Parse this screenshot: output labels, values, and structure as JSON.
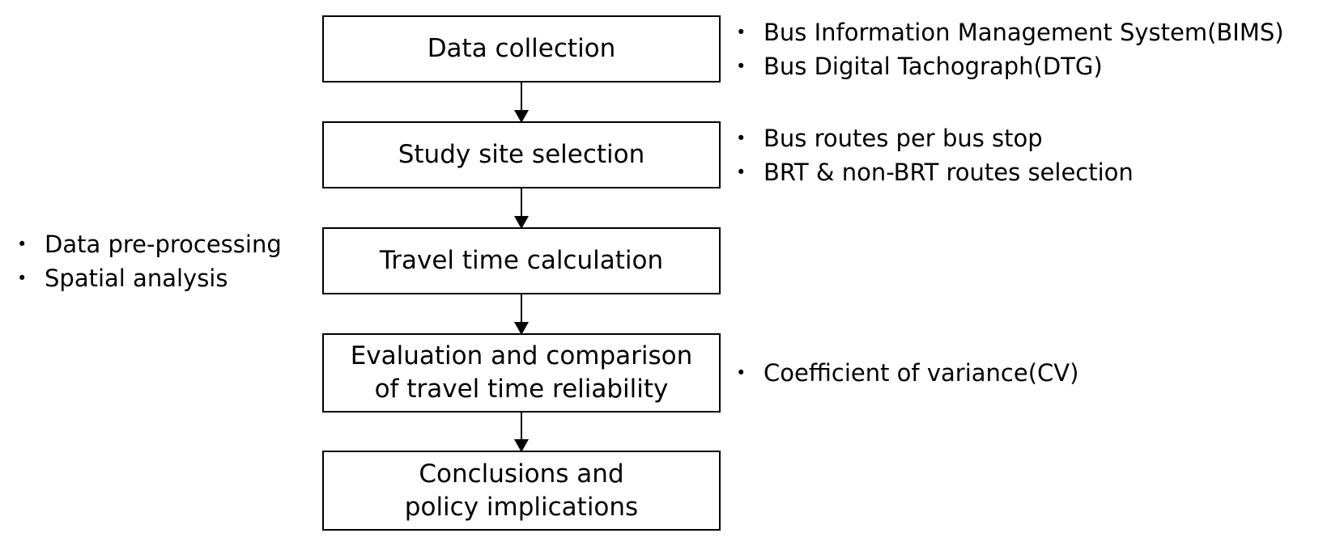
{
  "diagram": {
    "steps": [
      {
        "label": "Data collection"
      },
      {
        "label": "Study site selection"
      },
      {
        "label": "Travel time calculation"
      },
      {
        "label": "Evaluation and comparison\nof travel time reliability"
      },
      {
        "label": "Conclusions and\npolicy implications"
      }
    ],
    "notes": {
      "data_collection": [
        "Bus Information Management System(BIMS)",
        "Bus Digital Tachograph(DTG)"
      ],
      "study_site_selection": [
        "Bus routes per bus stop",
        "BRT & non-BRT routes selection"
      ],
      "travel_time_calculation": [
        "Data pre-processing",
        "Spatial analysis"
      ],
      "evaluation": [
        "Coefficient of variance(CV)"
      ]
    }
  }
}
